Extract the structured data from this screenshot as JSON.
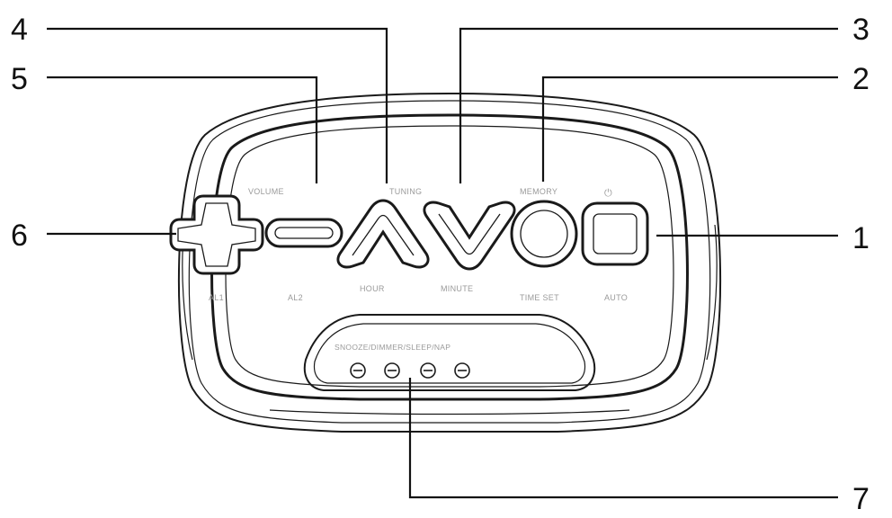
{
  "callouts": {
    "c1": "1",
    "c2": "2",
    "c3": "3",
    "c4": "4",
    "c5": "5",
    "c6": "6",
    "c7": "7"
  },
  "labels": {
    "volume": "VOLUME",
    "tuning": "TUNING",
    "memory": "MEMORY",
    "power_symbol": "⏻",
    "al1": "AL1",
    "al2": "AL2",
    "hour": "HOUR",
    "minute": "MINUTE",
    "time_set": "TIME SET",
    "auto": "AUTO",
    "bottom_buttons": "SNOOZE/DIMMER/SLEEP/NAP"
  },
  "icons": [
    "plus-icon",
    "minus-icon",
    "up-arrow-icon",
    "down-arrow-icon",
    "circle-icon",
    "square-icon",
    "power-icon",
    "minus-circle-icon"
  ]
}
